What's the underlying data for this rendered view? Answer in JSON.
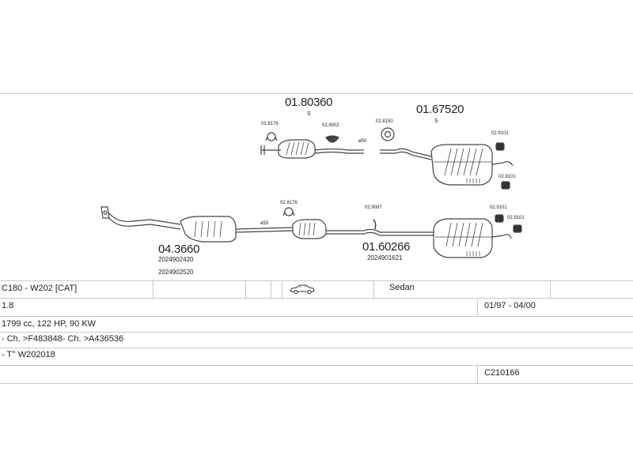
{
  "diagram": {
    "upper": {
      "front_part_no": "01.80360",
      "front_suffix": "S",
      "rear_part_no": "01.67520",
      "rear_suffix": "S",
      "clamp_left": "02.8176",
      "hanger_mid": "02.9002",
      "ring": "02.8150",
      "pipe_diameter": "ø50",
      "hanger_rear_top": "02.9101",
      "hanger_rear_bottom": "02.9101"
    },
    "lower": {
      "cat_part_no": "04.3660",
      "cat_oem_1": "2024902420",
      "cat_oem_2": "2024902520",
      "clamp": "02.8176",
      "pipe_diameter": "ø55",
      "hanger_mid": "02.9097",
      "rear_part_no": "01.60266",
      "rear_oem": "2024901621",
      "hanger_rear_top": "02.9101",
      "hanger_rear_bottom": "02.9101"
    }
  },
  "table": {
    "model": "C180 - W202  [CAT]",
    "body_type": "Sedan",
    "engine": "1.8",
    "production": "01/97 - 04/00",
    "specs": "1799 cc, 122 HP, 90 KW",
    "chassis": "- Ch. >F483848- Ch. >A436536",
    "type_code": "- T° W202018",
    "kit_code": "C210166"
  },
  "icons": {
    "car": "sedan-car-icon"
  }
}
